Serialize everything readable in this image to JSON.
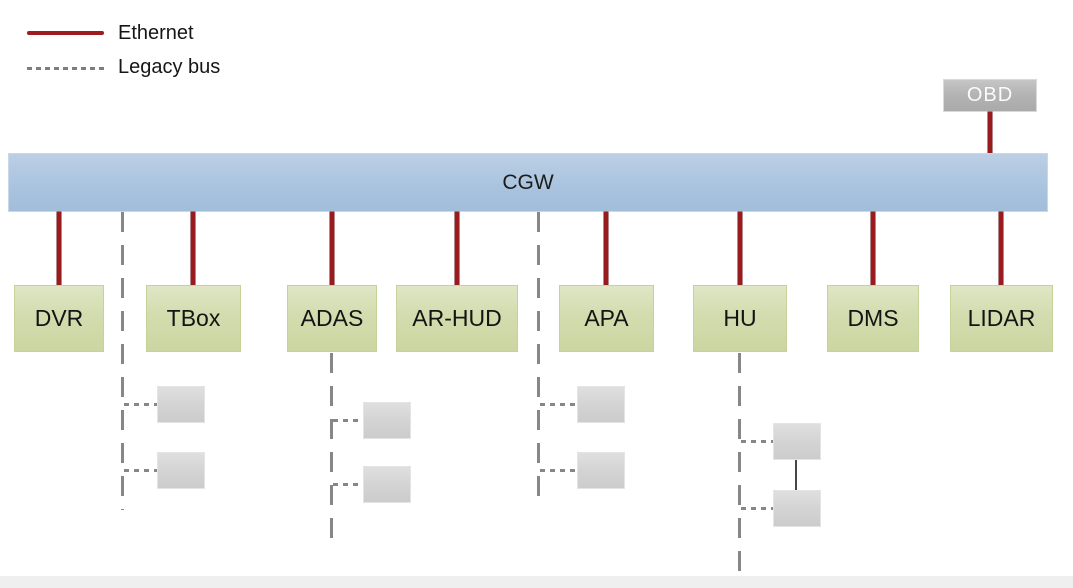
{
  "legend": {
    "items": [
      {
        "label": "Ethernet",
        "line_style": "solid",
        "color": "#9e1c1e"
      },
      {
        "label": "Legacy bus",
        "line_style": "dashed",
        "color": "#7e7e7e"
      }
    ]
  },
  "diagram": {
    "obd": {
      "label": "OBD"
    },
    "gateway": {
      "label": "CGW"
    },
    "ethernet_nodes": [
      {
        "label": "DVR"
      },
      {
        "label": "TBox"
      },
      {
        "label": "ADAS"
      },
      {
        "label": "AR-HUD"
      },
      {
        "label": "APA"
      },
      {
        "label": "HU"
      },
      {
        "label": "DMS"
      },
      {
        "label": "LIDAR"
      }
    ],
    "legacy_branches": [
      {
        "attached_to": "CGW",
        "position": "left-of-TBox",
        "device_count": 2,
        "devices_linked": false
      },
      {
        "attached_to": "ADAS",
        "position": "below-ADAS",
        "device_count": 2,
        "devices_linked": false
      },
      {
        "attached_to": "CGW",
        "position": "left-of-APA",
        "device_count": 2,
        "devices_linked": false
      },
      {
        "attached_to": "HU",
        "position": "below-HU",
        "device_count": 2,
        "devices_linked": true
      }
    ]
  },
  "colors": {
    "ethernet_line": "#9a1b1d",
    "legacy_line": "#878787",
    "gateway_fill": "#aac4df",
    "node_fill": "#d3dcae",
    "obd_fill": "#b4b4b4",
    "sub_device_fill": "#d4d4d4",
    "background": "#ffffff"
  }
}
